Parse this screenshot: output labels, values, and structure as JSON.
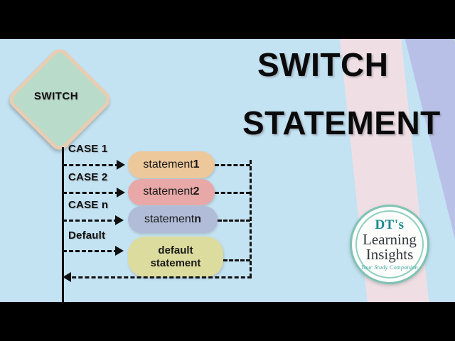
{
  "video": {
    "letterbox_color": "#000000",
    "background_color": "#c3e2f2"
  },
  "title": {
    "line1": "SWITCH",
    "line2": "STATEMENT",
    "color": "#0a0a0a"
  },
  "decor": {
    "stripes": [
      {
        "name": "pink-stripe",
        "color": "#efdfe4"
      },
      {
        "name": "periwinkle-stripe",
        "color": "#b9c0e8"
      },
      {
        "name": "mint-stripe",
        "color": "#b9e0da"
      },
      {
        "name": "peach-stripe",
        "color": "#f6d9c0"
      }
    ]
  },
  "flowchart": {
    "decision": {
      "label": "SWITCH",
      "fill": "#b9dbc9",
      "border": "#e9cdb2"
    },
    "branches": [
      {
        "case_label": "CASE 1",
        "statement_text": "statement",
        "statement_emphasis": "1",
        "fill": "#edc89b"
      },
      {
        "case_label": "CASE 2",
        "statement_text": "statement",
        "statement_emphasis": "2",
        "fill": "#e8a8a8"
      },
      {
        "case_label": "CASE n",
        "statement_text": "statement ",
        "statement_emphasis": "n",
        "fill": "#b0bcd8"
      },
      {
        "case_label": "Default",
        "statement_line1": "default",
        "statement_line2": "statement",
        "fill": "#dcdc9e"
      }
    ],
    "line_color": "#111111"
  },
  "logo": {
    "brand_top": "DT's",
    "brand_line1": "Learning",
    "brand_line2": "Insights",
    "tagline": "Your Study Companion",
    "accent_color": "#1a8a92",
    "ring_color": "#7fc3b4"
  }
}
